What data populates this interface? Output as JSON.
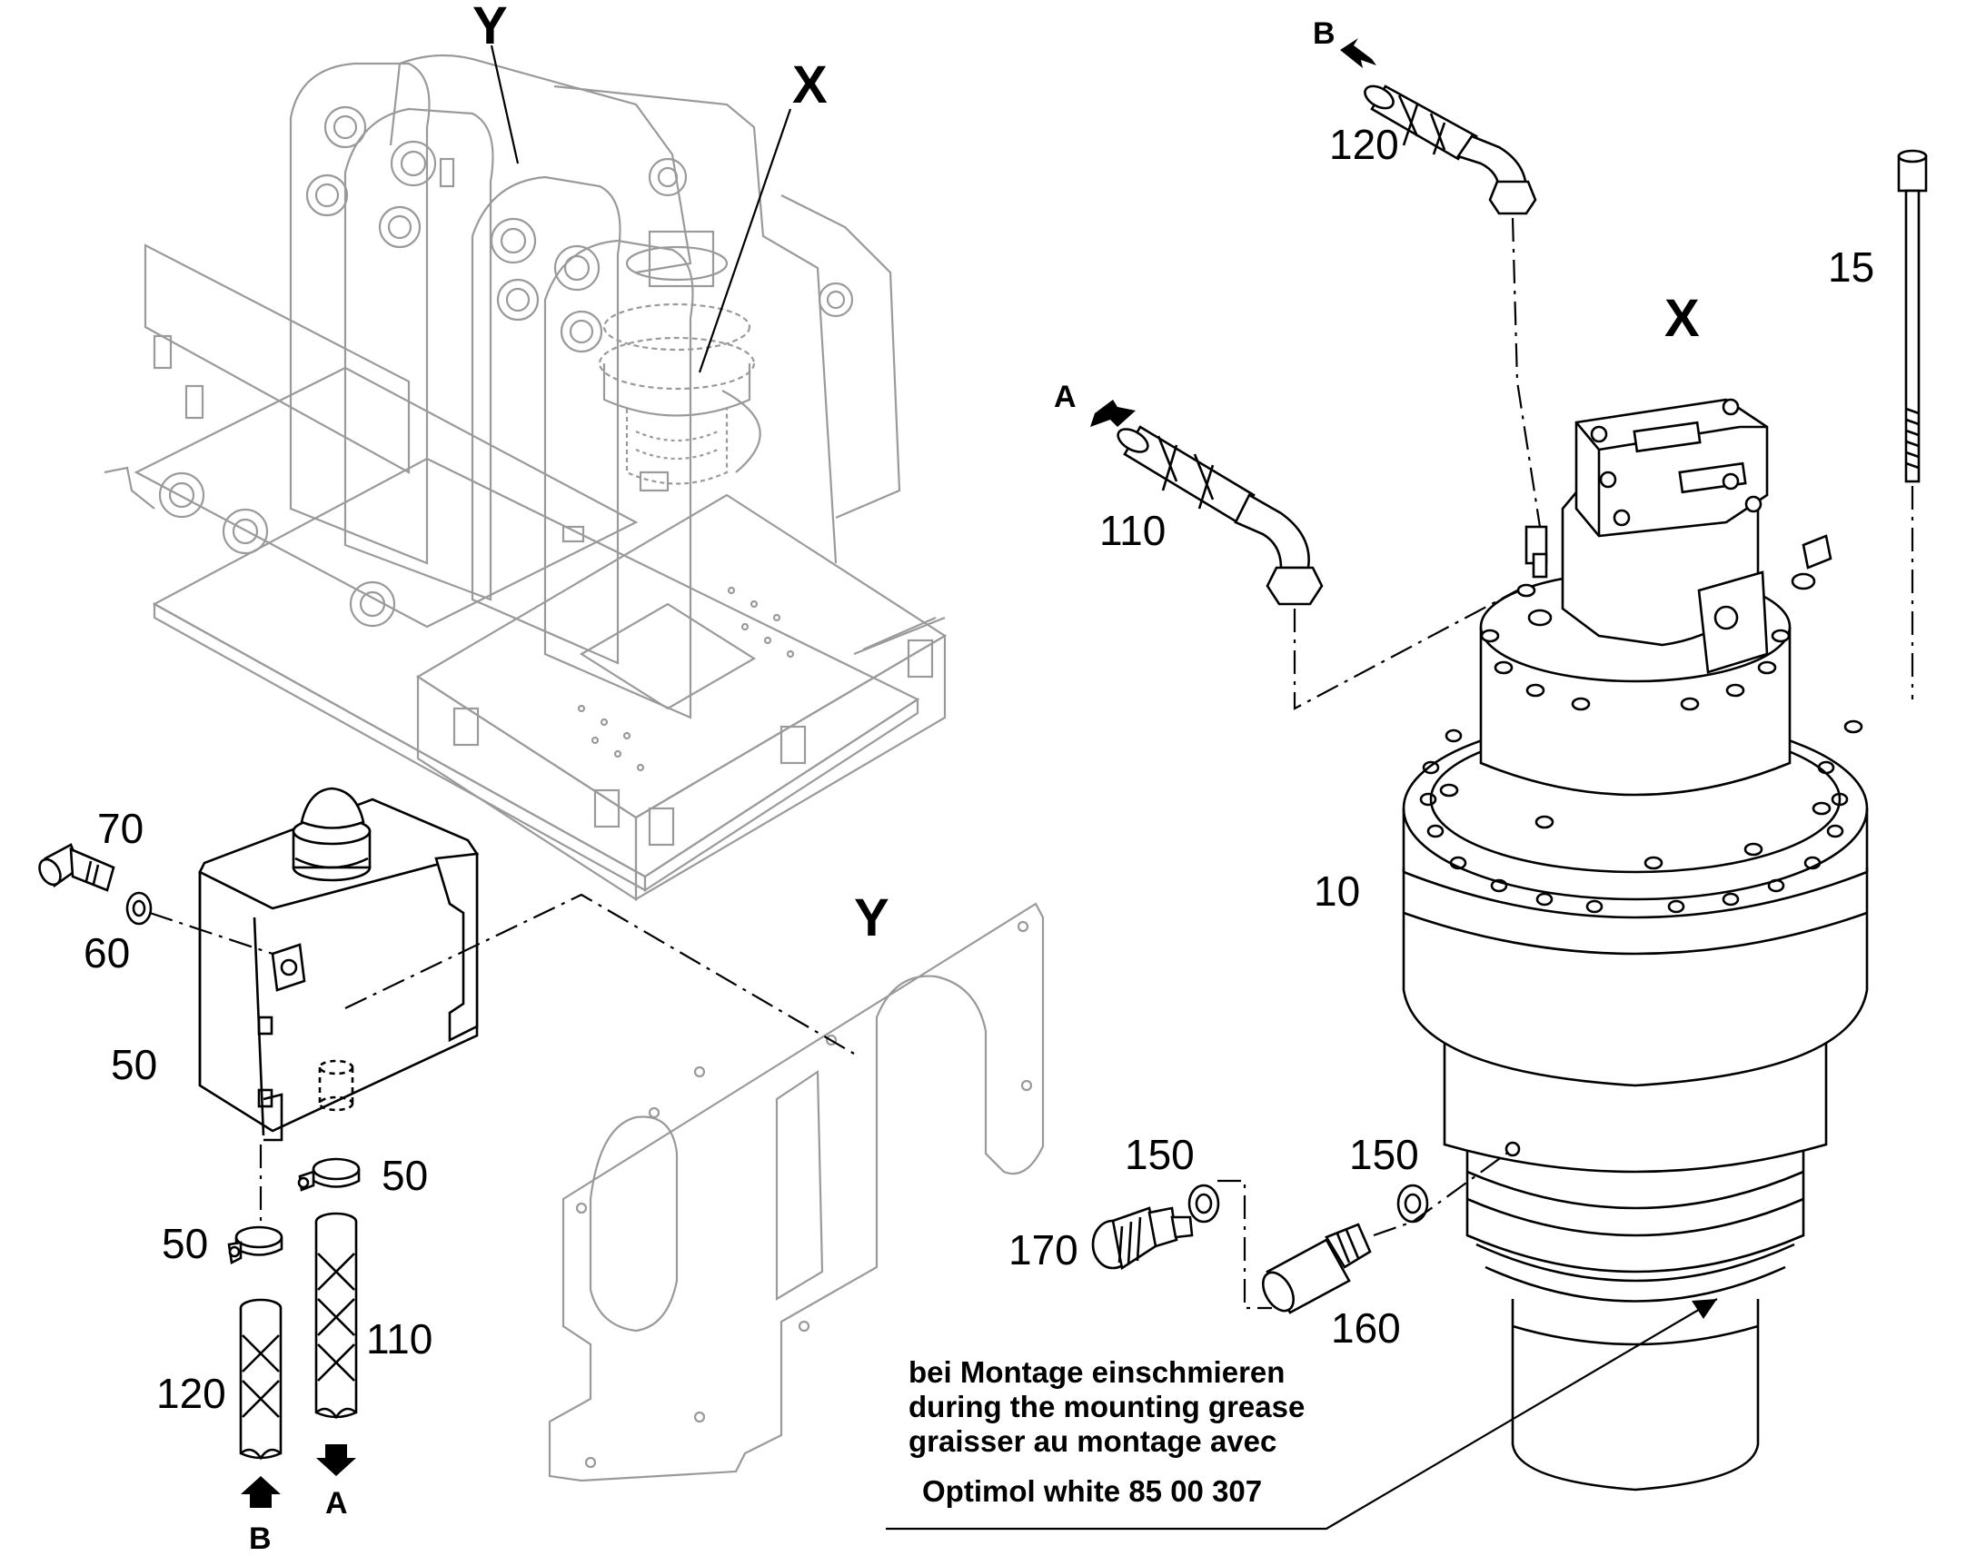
{
  "views": {
    "x_label": "X",
    "y_label": "Y"
  },
  "flow": {
    "a": "A",
    "b": "B"
  },
  "parts": {
    "p10": "10",
    "p15": "15",
    "p50": "50",
    "p60": "60",
    "p70": "70",
    "p110": "110",
    "p120": "120",
    "p150": "150",
    "p160": "160",
    "p170": "170"
  },
  "note": {
    "line1": "bei Montage einschmieren",
    "line2": "during the mounting grease",
    "line3": "graisser au montage avec",
    "line4": "Optimol white 85 00 307"
  }
}
